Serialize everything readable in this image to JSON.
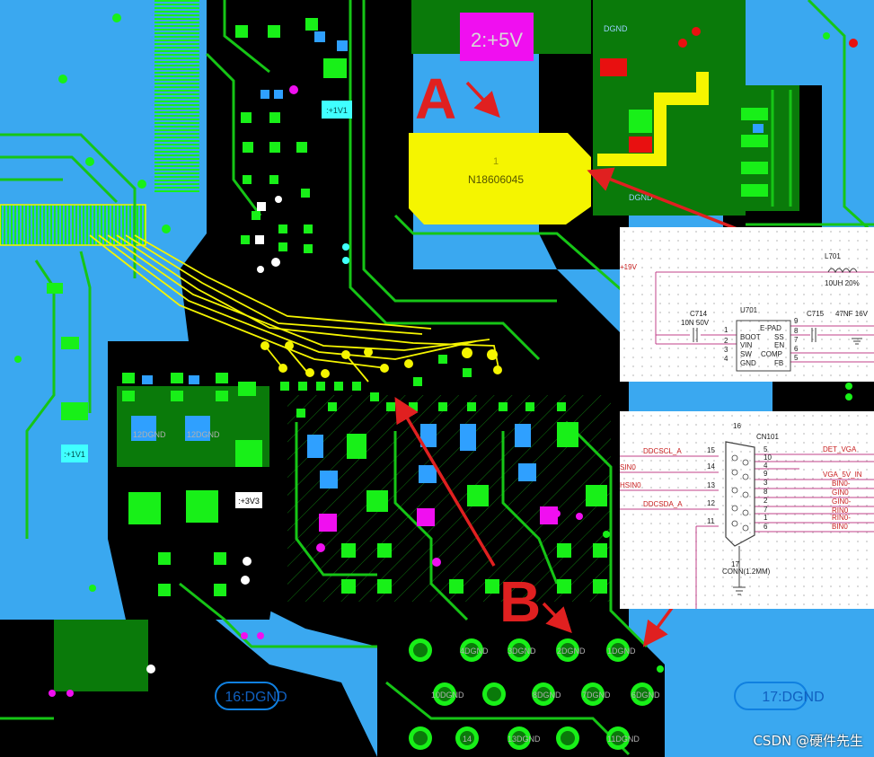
{
  "pcb": {
    "labels": {
      "plus5v": "2:+5V",
      "part_number": "N18606045",
      "pad_num": "1",
      "plus1v1_a": ":+1V1",
      "plus1v1_b": ":+1V1",
      "plus3v3": ":+3V3",
      "dgnd_16": "16:DGND",
      "dgnd_17": "17:DGND",
      "dgnd_1": "1DGND",
      "dgnd_2": "2DGND",
      "dgnd_3": "3DGND",
      "dgnd_4": "4DGND",
      "dgnd_6": "6DGND",
      "dgnd_7": "7DGND",
      "dgnd_8": "8DGND",
      "dgnd_10": "10DGND",
      "dgnd_11": "11DGND",
      "dgnd_12": "12DGND",
      "dgnd_13": "13DGND",
      "dgnd_14": "14",
      "dgnd_top": "DGND",
      "small_dgnd": "DGND"
    },
    "callouts": {
      "a": "A",
      "b": "B"
    }
  },
  "schematic_top": {
    "net_19v": "+19V",
    "l701": "L701",
    "l701_value": "10UH 20%",
    "c714": "C714",
    "c714_value": "10N 50V",
    "u701": "U701",
    "c715": "C715",
    "c715_value": "47NF 16V",
    "pins_left": [
      "BOOT",
      "VIN",
      "SW",
      "GND"
    ],
    "pins_right": [
      "E-PAD",
      "SS",
      "EN",
      "COMP",
      "FB"
    ],
    "pin_nums_left": [
      "1",
      "2",
      "3",
      "4"
    ],
    "pin_nums_right": [
      "9",
      "8",
      "7",
      "6",
      "5"
    ]
  },
  "schematic_bottom": {
    "cn101": "CN101",
    "pin16": "16",
    "pin17": "17",
    "connector": "CONN(1.2MM)",
    "left_nets": [
      "DDCSCL_A",
      "SIN0",
      "HSIN0",
      "DDCSDA_A"
    ],
    "left_pins": [
      "15",
      "14",
      "13",
      "12",
      "11"
    ],
    "right_pins": [
      "5",
      "10",
      "4",
      "9",
      "3",
      "8",
      "2",
      "7",
      "1",
      "6"
    ],
    "right_nets": [
      "DET_VGA",
      "VGA_5V_IN",
      "BIN0-",
      "GIN0",
      "GIN0-",
      "RIN0",
      "RIN0-",
      "BIN0"
    ]
  },
  "watermark": "CSDN @硬件先生",
  "colors": {
    "board": "#3aa8f0",
    "copper": "#0a7a0a",
    "trace": "#16c516",
    "pad": "#18f018",
    "via_pad": "#2fa0ff",
    "highlight": "#f5f500",
    "magenta": "#f00ff0",
    "callout": "#e02020",
    "dark": "#000000"
  }
}
